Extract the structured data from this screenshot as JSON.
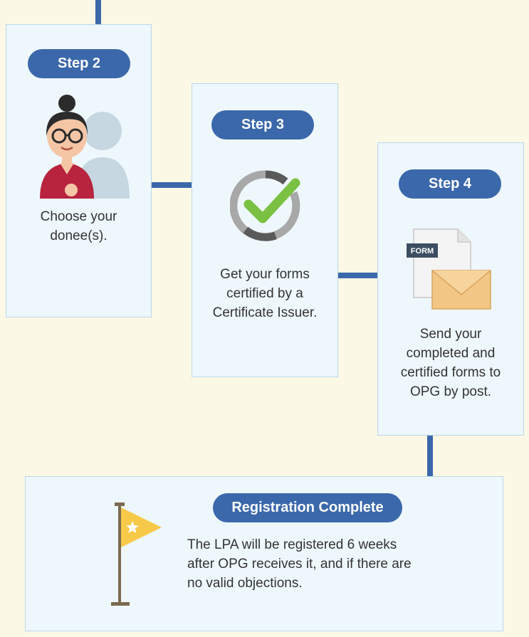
{
  "steps": [
    {
      "label": "Step 2",
      "desc_lines": [
        "Choose your",
        "donee(s)."
      ],
      "icon": "person-with-donee-icon"
    },
    {
      "label": "Step 3",
      "desc_lines": [
        "Get your forms",
        "certified by a",
        "Certificate Issuer."
      ],
      "icon": "checkmark-icon"
    },
    {
      "label": "Step 4",
      "desc_lines": [
        "Send your",
        "completed and",
        "certified forms to",
        "OPG by post."
      ],
      "icon": "form-envelope-icon"
    }
  ],
  "form_tag": "FORM",
  "final": {
    "label": "Registration Complete",
    "desc_lines": [
      "The LPA will be registered 6 weeks",
      "after OPG receives it, and if there are",
      "no valid objections."
    ],
    "icon": "flag-icon"
  },
  "colors": {
    "background": "#fcf8e6",
    "card": "#eef7fc",
    "card_border": "#b9d8ea",
    "accent": "#3b68aa",
    "check_green": "#7ac143",
    "flag_yellow": "#f7c948"
  }
}
